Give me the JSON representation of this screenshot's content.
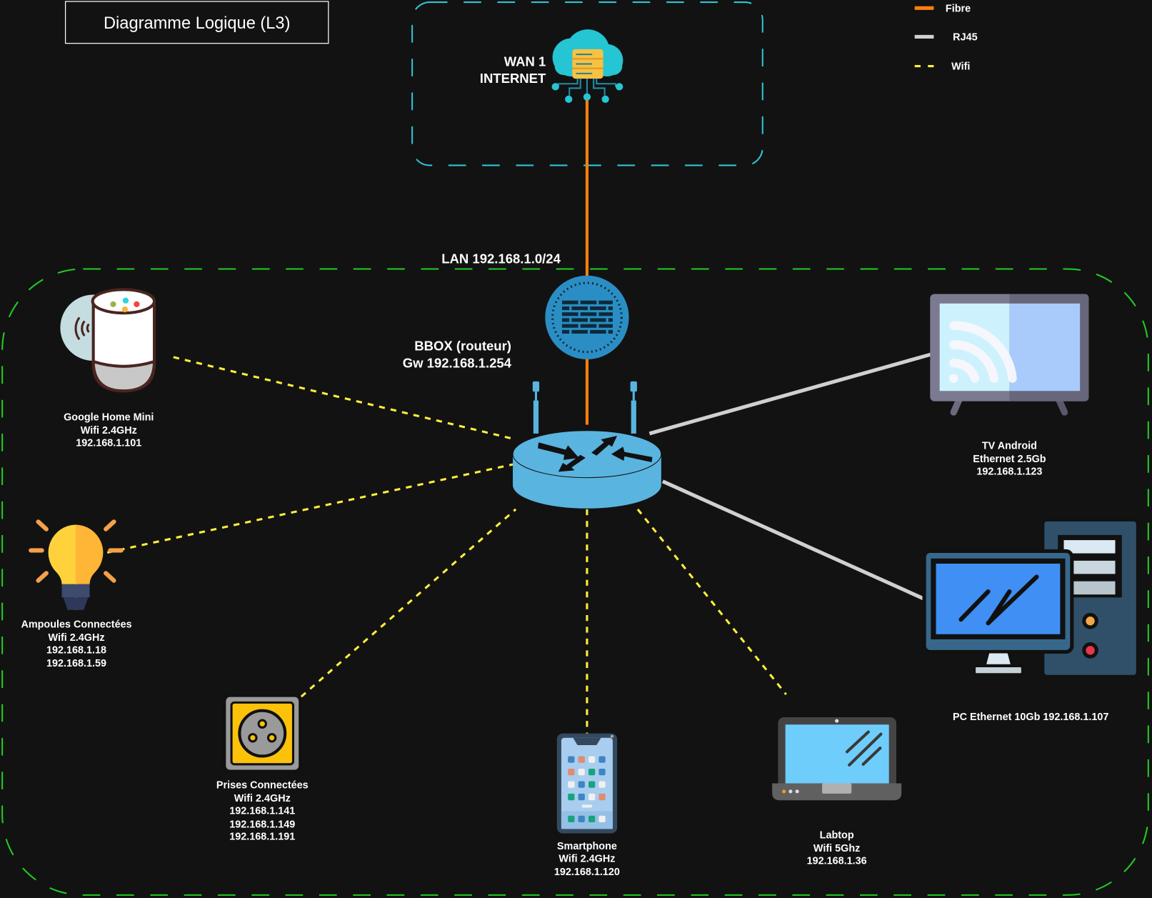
{
  "title": "Diagramme Logique (L3)",
  "colors": {
    "background": "#121212",
    "fibre": "#ff7f0e",
    "rj45": "#d0d0d0",
    "wifi": "#ffee3a",
    "wan_zone": "#2ec4d6",
    "lan_zone": "#22cc22",
    "router": "#5ab4e0",
    "firewall": "#2a8ec4"
  },
  "legend": [
    {
      "id": "fibre",
      "label": "Fibre",
      "style": "solid"
    },
    {
      "id": "rj45",
      "label": "RJ45",
      "style": "solid"
    },
    {
      "id": "wifi",
      "label": "Wifi",
      "style": "dashed"
    }
  ],
  "wan": {
    "lines": [
      "WAN 1",
      "INTERNET"
    ],
    "icon": "cloud-server-icon"
  },
  "lan": {
    "label": "LAN 192.168.1.0/24",
    "firewall_icon": "firewall-icon"
  },
  "router": {
    "lines": [
      "BBOX (routeur)",
      "Gw 192.168.1.254"
    ],
    "icon": "router-icon"
  },
  "devices": [
    {
      "id": "google-home",
      "icon": "smart-speaker-icon",
      "link": "wifi",
      "lines": [
        "Google Home Mini",
        "Wifi 2.4GHz",
        "192.168.1.101"
      ]
    },
    {
      "id": "bulbs",
      "icon": "light-bulb-icon",
      "link": "wifi",
      "lines": [
        "Ampoules Connectées",
        "Wifi 2.4GHz",
        "192.168.1.18",
        "192.168.1.59"
      ]
    },
    {
      "id": "plugs",
      "icon": "power-outlet-icon",
      "link": "wifi",
      "lines": [
        "Prises Connectées",
        "Wifi 2.4GHz",
        "192.168.1.141",
        "192.168.1.149",
        "192.168.1.191"
      ]
    },
    {
      "id": "smartphone",
      "icon": "smartphone-icon",
      "link": "wifi",
      "lines": [
        "Smartphone",
        "Wifi 2.4GHz",
        "192.168.1.120"
      ]
    },
    {
      "id": "laptop",
      "icon": "laptop-icon",
      "link": "wifi",
      "lines": [
        "Labtop",
        "Wifi 5Ghz",
        "192.168.1.36"
      ]
    },
    {
      "id": "pc",
      "icon": "desktop-pc-icon",
      "link": "rj45",
      "lines": [
        "PC Ethernet 10Gb 192.168.1.107"
      ]
    },
    {
      "id": "tv",
      "icon": "smart-tv-icon",
      "link": "rj45",
      "lines": [
        "TV Android",
        "Ethernet 2.5Gb",
        "192.168.1.123"
      ]
    }
  ]
}
